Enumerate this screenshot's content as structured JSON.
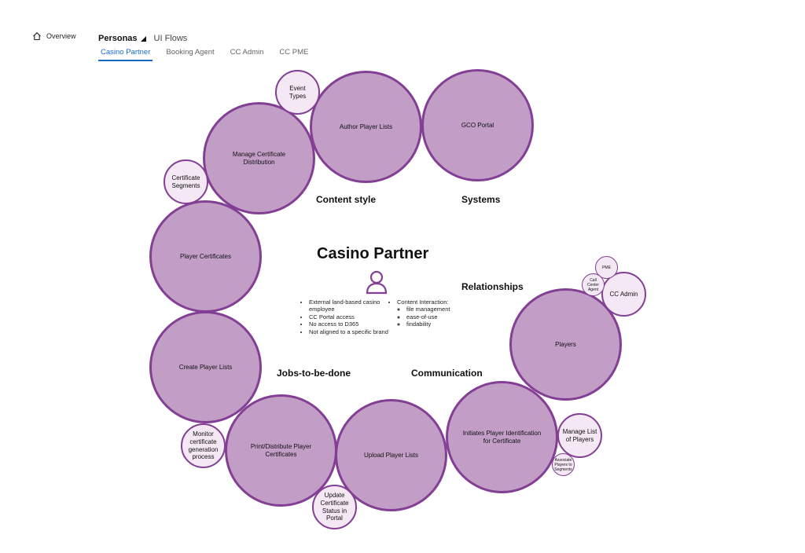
{
  "nav": {
    "overview_label": "Overview",
    "persona_label": "Personas",
    "uiflows_label": "UI Flows"
  },
  "tabs": [
    "Casino Partner",
    "Booking Agent",
    "CC Admin",
    "CC PME"
  ],
  "persona": {
    "title": "Casino Partner",
    "bullets_left": [
      "External land-based casino employee",
      "CC Portal access",
      "No access to D365",
      "Not aligned to a specific brand"
    ],
    "bullets_right_header": "Content Interaction:",
    "bullets_right_sub": [
      "file management",
      "ease-of-use",
      "findability"
    ]
  },
  "sections": {
    "content_style": "Content style",
    "systems": "Systems",
    "relationships": "Relationships",
    "communication": "Communication",
    "jobs": "Jobs-to-be-done"
  },
  "bubbles": {
    "event_types": "Event Types",
    "author_player_lists": "Author Player Lists",
    "gco_portal": "GCO Portal",
    "manage_cert_dist": "Manage Certificate Distribution",
    "cert_segments": "Certificate Segments",
    "player_certificates": "Player Certificates",
    "pme": "PME",
    "call_center_agent": "Call Center Agent",
    "cc_admin": "CC Admin",
    "players": "Players",
    "create_player_lists": "Create Player Lists",
    "monitor_cert": "Monitor certificate generation process",
    "print_distribute": "Print/Distribute Player Certificates",
    "update_cert_status": "Update Certificate Status in Portal",
    "upload_player_lists": "Upload Player Lists",
    "initiates_player_id": "Initiates Player Identification for Certificate",
    "manage_list_players": "Manage List of Players",
    "associate_players": "Associate Players to Segments"
  },
  "colors": {
    "bubble_fill": "#c29ec7",
    "bubble_border": "#833f94",
    "small_fill": "#f3e8f4",
    "tab_active": "#1769c7"
  }
}
